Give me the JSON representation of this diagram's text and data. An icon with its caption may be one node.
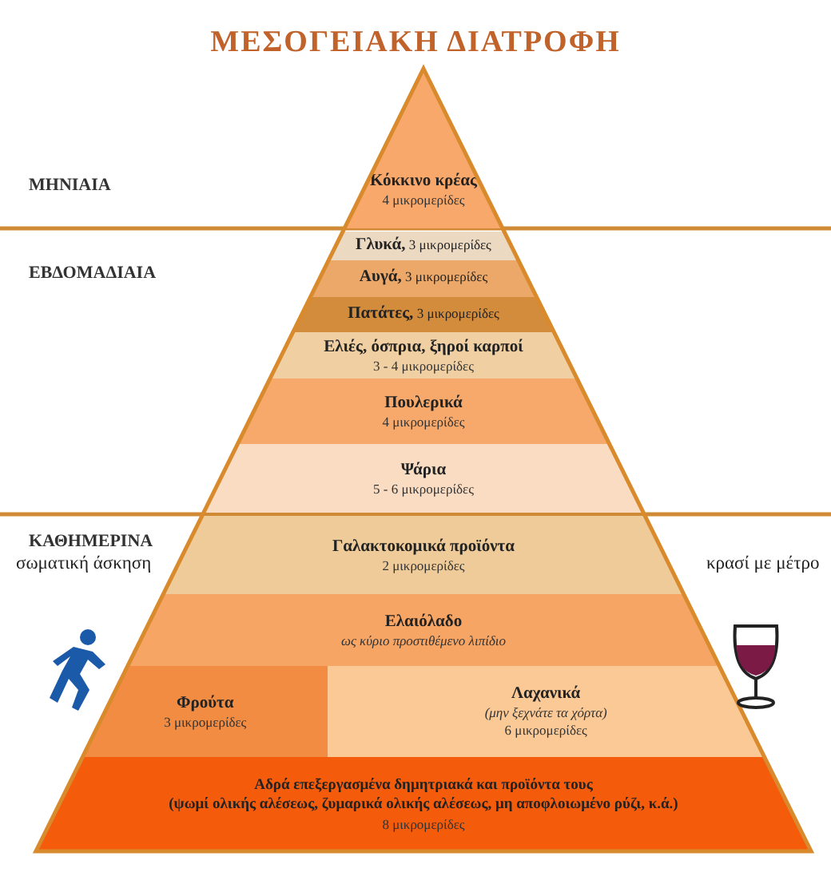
{
  "diagram": {
    "title": "ΜΕΣΟΓΕΙΑΚΗ ΔΙΑΤΡΟΦΗ",
    "nodes": [
      {
        "text": [
          "Κόκκινο κρέας",
          "4 μικρομερίδες"
        ]
      },
      {
        "text": [
          "**Γλυκά,** 3 μικρομερίδες"
        ]
      },
      {
        "text": [
          "**Αυγά,** 3 μικρομερίδες"
        ]
      },
      {
        "text": [
          "**Πατάτες,** 3 μικρομερίδες"
        ]
      },
      {
        "text": [
          "Ελιές, όσπρια, ξηροί καρποί",
          "3 - 4 μικρομερίδες"
        ]
      },
      {
        "text": [
          "Πουλερικά",
          "4 μικρομερίδες"
        ]
      },
      {
        "text": [
          "Ψάρια",
          "5 - 6 μικρομερίδες"
        ]
      },
      {
        "text": [
          "Γαλακτοκομικά προϊόντα",
          "2 μικρομερίδες"
        ]
      },
      {
        "text": [
          "Ελαιόλαδο",
          "ως κύριο προστιθέμενο λιπίδιο"
        ]
      },
      {
        "text": [
          "Φρούτα",
          "3 μικρομερίδες"
        ]
      },
      {
        "text": [
          "Λαχανικά",
          "(μην ξεχνάτε τα χόρτα)",
          "6 μικρομερίδες"
        ]
      },
      {
        "text": [
          "Αδρά επεξεργασμένα δημητριακά και προϊόντα τους",
          "(ψωμί ολικής αλέσεως, ζυμαρικά ολικής αλέσεως, μη αποφλοιωμένο ρύζι, κ.ά.)",
          "8 μικρομερίδες"
        ]
      }
    ],
    "labels": [
      "ΜΗΝΙΑΙΑ",
      "ΕΒΔΟΜΑΔΙΑΙΑ",
      "ΚΑΘΗΜΕΡΙΝΑ",
      "σωματική άσκηση",
      "κρασί με μέτρο"
    ]
  }
}
